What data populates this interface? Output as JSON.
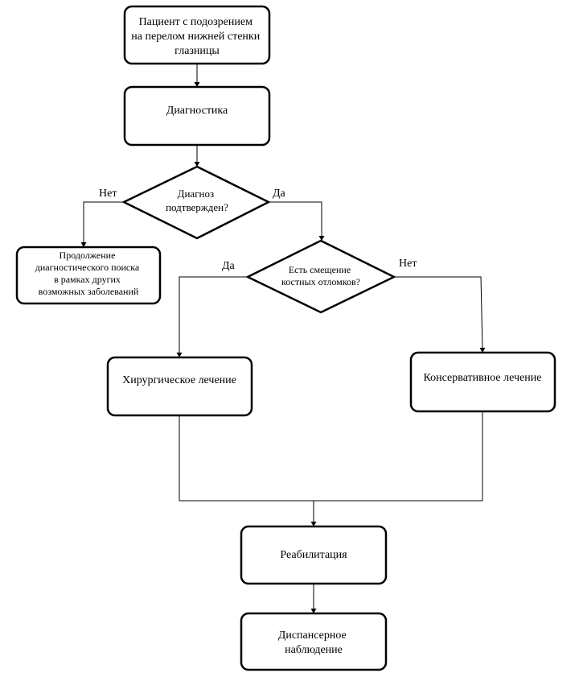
{
  "nodes": {
    "start": {
      "lines": [
        "Пациент с подозрением",
        "на перелом нижней стенки",
        "глазницы"
      ]
    },
    "diagnostics": {
      "lines": [
        "Диагностика"
      ]
    },
    "decision_confirmed": {
      "lines": [
        "Диагноз",
        "подтвержден?"
      ]
    },
    "continue_search": {
      "lines": [
        "Продолжение",
        "диагностического поиска",
        "в рамках других",
        "возможных заболеваний"
      ]
    },
    "decision_displacement": {
      "lines": [
        "Есть смещение",
        "костных отломков?"
      ]
    },
    "surgical": {
      "lines": [
        "Хирургическое лечение"
      ]
    },
    "conservative": {
      "lines": [
        "Консервативное лечение"
      ]
    },
    "rehab": {
      "lines": [
        "Реабилитация"
      ]
    },
    "followup": {
      "lines": [
        "Диспансерное",
        "наблюдение"
      ]
    }
  },
  "edge_labels": {
    "confirmed_no": "Нет",
    "confirmed_yes": "Да",
    "displacement_yes": "Да",
    "displacement_no": "Нет"
  }
}
